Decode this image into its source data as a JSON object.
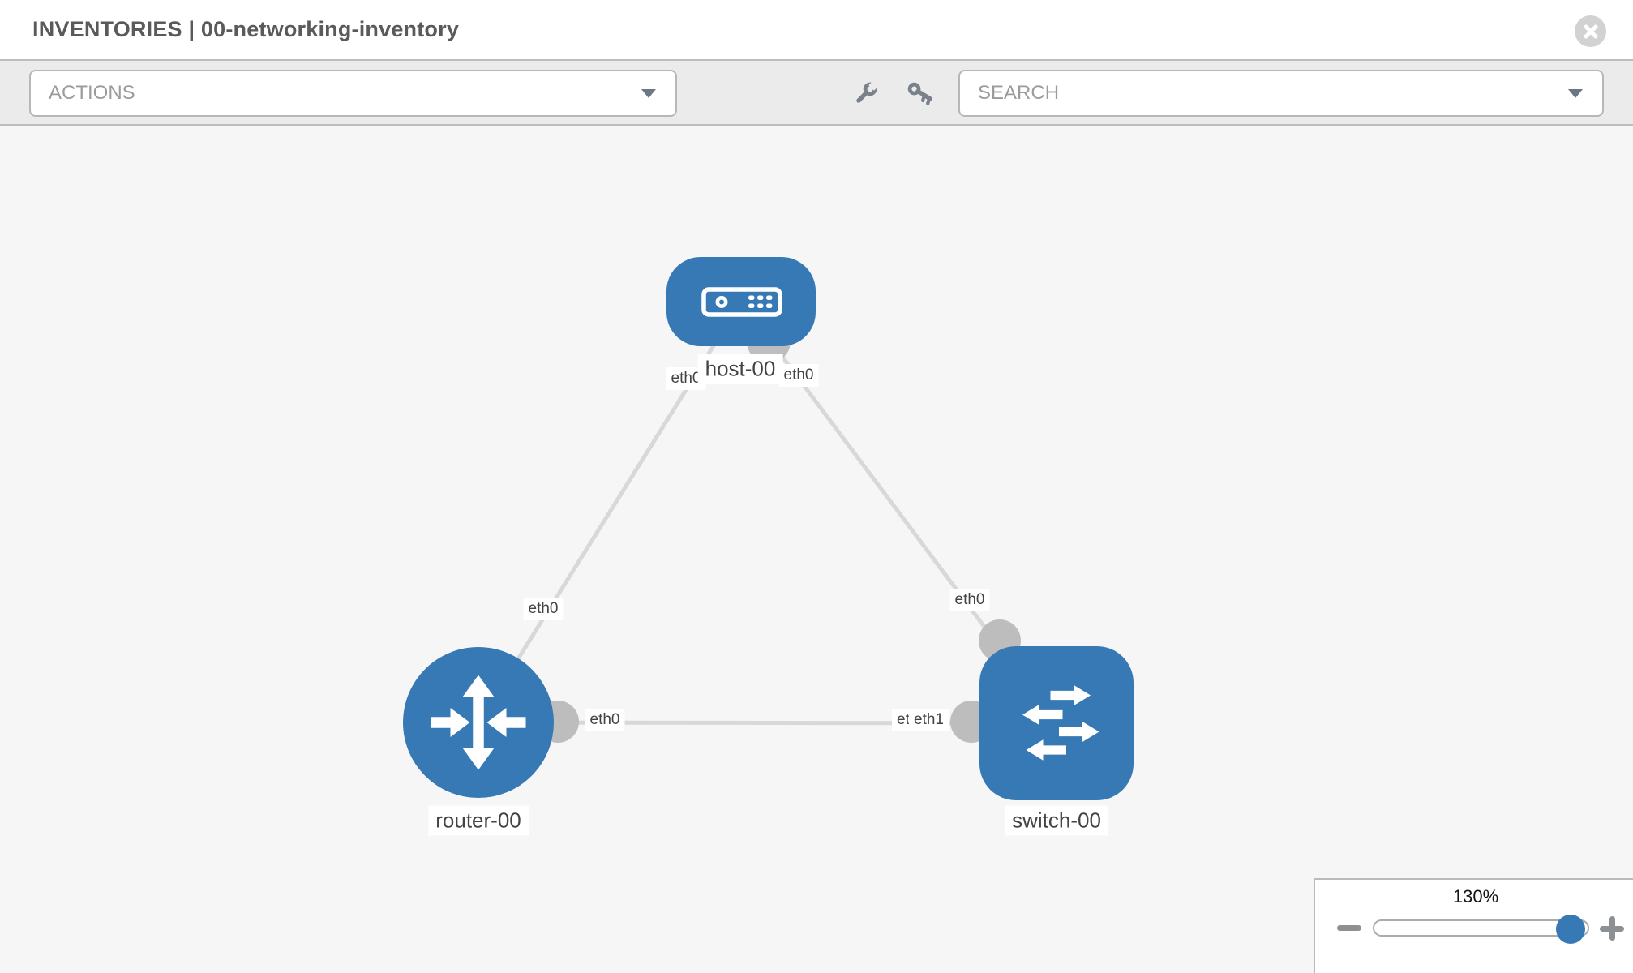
{
  "header": {
    "title": "INVENTORIES | 00-networking-inventory"
  },
  "toolbar": {
    "actions_label": "ACTIONS",
    "search_placeholder": "SEARCH",
    "icons": [
      "wrench-icon",
      "key-icon"
    ]
  },
  "topology": {
    "nodes": [
      {
        "id": "host-00",
        "type": "host",
        "label": "host-00"
      },
      {
        "id": "router-00",
        "type": "router",
        "label": "router-00"
      },
      {
        "id": "switch-00",
        "type": "switch",
        "label": "switch-00"
      }
    ],
    "links": [
      {
        "from": "router-00",
        "from_interface": "eth0",
        "to": "host-00",
        "to_interface": "eth0"
      },
      {
        "from": "switch-00",
        "from_interface": "eth0",
        "to": "host-00",
        "to_interface": "eth0"
      },
      {
        "from": "router-00",
        "from_interface": "eth0",
        "to": "switch-00",
        "to_interface": "eth1"
      }
    ],
    "interface_labels": [
      {
        "text": "eth0"
      },
      {
        "text": "eth0"
      },
      {
        "text": "eth0"
      },
      {
        "text": "eth0"
      },
      {
        "text": "eth0"
      },
      {
        "text": "eth0"
      },
      {
        "text": "eth1"
      }
    ]
  },
  "zoom_control": {
    "level": "130%"
  },
  "colors": {
    "node_blue": "#3779b5",
    "link_gray": "#d8d8d8",
    "connector_gray": "#bdbdbd",
    "canvas_bg": "#f6f6f6",
    "toolbar_bg": "#ebebeb"
  }
}
